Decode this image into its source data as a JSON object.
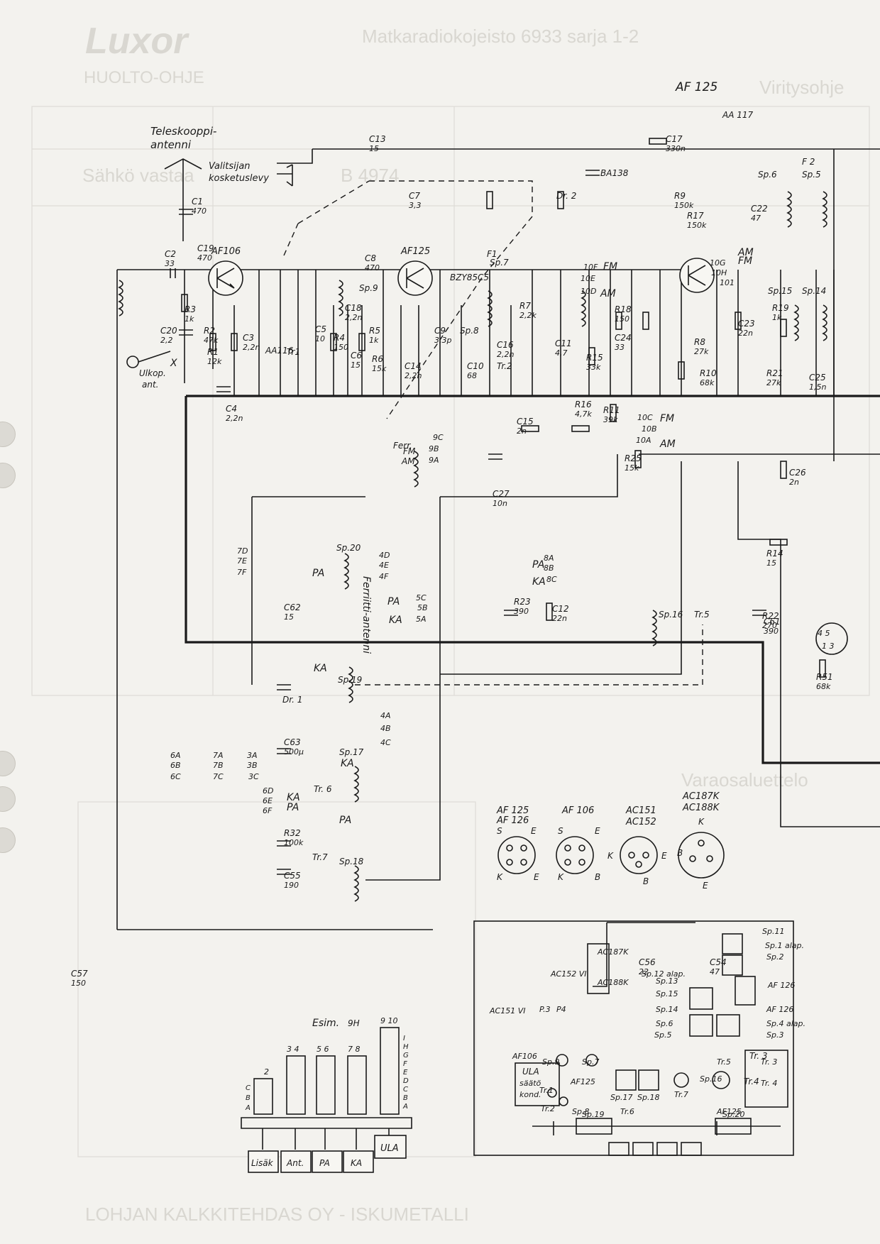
{
  "header": {
    "ghost_logo": "Luxor",
    "ghost_subtitle": "HUOLTO-OHJE",
    "ghost_title": "Matkaradiokojeisto 6933 sarja 1-2",
    "ghost_section": "Viritysohje",
    "ghost_table_title": "Sähkö vastaa",
    "ghost_number": "B 4974",
    "ghost_footer": "LOHJAN KALKKITEHDAS OY - ISKUMETALLI",
    "ghost_parts_title": "Varaosaluettelo"
  },
  "schematic": {
    "top_labels": {
      "transistor_af125_top": "AF 125",
      "diode_aa117": "AA 117"
    },
    "antenna": {
      "telescopic": "Teleskooppi-",
      "telescopic2": "antenni",
      "selector": "Valitsijan",
      "selector2": "kosketuslevy",
      "external": "Ulkop.",
      "external2": "ant.",
      "x_mark": "X"
    },
    "transistors": [
      "AF106",
      "AF125"
    ],
    "components": [
      {
        "ref": "C1",
        "value": "470"
      },
      {
        "ref": "C2",
        "value": "33"
      },
      {
        "ref": "C19",
        "value": "470"
      },
      {
        "ref": "C20",
        "value": "2,2"
      },
      {
        "ref": "R3",
        "value": "1k"
      },
      {
        "ref": "R2",
        "value": "47k"
      },
      {
        "ref": "R1",
        "value": "12k"
      },
      {
        "ref": "C3",
        "value": "2,2n"
      },
      {
        "ref": "C4",
        "value": "2,2n"
      },
      {
        "ref": "AA116",
        "value": ""
      },
      {
        "ref": "Tr1",
        "value": ""
      },
      {
        "ref": "C5",
        "value": "10"
      },
      {
        "ref": "R4",
        "value": "150"
      },
      {
        "ref": "C18",
        "value": "2,2n"
      },
      {
        "ref": "C6",
        "value": "15"
      },
      {
        "ref": "R5",
        "value": "1k"
      },
      {
        "ref": "R6",
        "value": "15k"
      },
      {
        "ref": "C8",
        "value": "470"
      },
      {
        "ref": "C7",
        "value": "3,3"
      },
      {
        "ref": "C9",
        "value": "3,3p"
      },
      {
        "ref": "C14",
        "value": "2,2n"
      },
      {
        "ref": "BZY85C5",
        "value": ""
      },
      {
        "ref": "C10",
        "value": "68"
      },
      {
        "ref": "R7",
        "value": "2,2k"
      },
      {
        "ref": "C16",
        "value": "2,2n"
      },
      {
        "ref": "C11",
        "value": "4,7"
      },
      {
        "ref": "C13",
        "value": "15"
      },
      {
        "ref": "BA138",
        "value": ""
      },
      {
        "ref": "Dr. 2",
        "value": ""
      },
      {
        "ref": "C17",
        "value": "330n"
      },
      {
        "ref": "R9",
        "value": "150k"
      },
      {
        "ref": "R17",
        "value": "150k"
      },
      {
        "ref": "C22",
        "value": "47"
      },
      {
        "ref": "R18",
        "value": "150"
      },
      {
        "ref": "C24",
        "value": "33"
      },
      {
        "ref": "R15",
        "value": "33k"
      },
      {
        "ref": "R16",
        "value": "4,7k"
      },
      {
        "ref": "R11",
        "value": "39k"
      },
      {
        "ref": "C15",
        "value": "2n"
      },
      {
        "ref": "R8",
        "value": "27k"
      },
      {
        "ref": "R10",
        "value": "68k"
      },
      {
        "ref": "C23",
        "value": "22n"
      },
      {
        "ref": "R19",
        "value": "1k"
      },
      {
        "ref": "R21",
        "value": "27k"
      },
      {
        "ref": "C25",
        "value": "1,5n"
      },
      {
        "ref": "R25",
        "value": "15k"
      },
      {
        "ref": "C26",
        "value": "2n"
      },
      {
        "ref": "C27",
        "value": "10n"
      },
      {
        "ref": "R14",
        "value": "15"
      },
      {
        "ref": "R23",
        "value": "390"
      },
      {
        "ref": "C12",
        "value": "22n"
      },
      {
        "ref": "R22",
        "value": "270"
      },
      {
        "ref": "C61",
        "value": "390"
      },
      {
        "ref": "R51",
        "value": "68k"
      },
      {
        "ref": "C62",
        "value": "15"
      },
      {
        "ref": "C63",
        "value": "500μ"
      },
      {
        "ref": "R32",
        "value": "100k"
      },
      {
        "ref": "C55",
        "value": "190"
      },
      {
        "ref": "C56",
        "value": "22"
      },
      {
        "ref": "C54",
        "value": "47"
      },
      {
        "ref": "C57",
        "value": "150"
      }
    ],
    "coils": [
      "F1",
      "Sp.7",
      "Sp.9",
      "Sp.8",
      "Tr.2",
      "F 2",
      "Sp.6",
      "Sp.5",
      "Sp.15",
      "Sp.14",
      "Sp.20",
      "Sp.19",
      "Sp.17",
      "Sp.18",
      "Sp.16",
      "Tr.5",
      "Tr.4",
      "Tr. 3",
      "Tr. 6",
      "Tr.7",
      "Dr. 1",
      "Ferr."
    ],
    "switch_labels": {
      "fm": "FM",
      "am": "AM",
      "pa": "PA",
      "ka": "KA",
      "ferrite_antenna": "Ferriitti-antenni",
      "points": [
        "10F",
        "10E",
        "10D",
        "10C",
        "10B",
        "10A",
        "10G",
        "10H",
        "101",
        "7D",
        "7E",
        "7F",
        "4D",
        "4E",
        "4F",
        "5C",
        "5B",
        "5A",
        "4A",
        "4B",
        "4C",
        "6A",
        "6B",
        "6C",
        "7A",
        "7B",
        "7C",
        "3A",
        "3B",
        "3C",
        "6D",
        "6E",
        "6F",
        "9C",
        "9B",
        "9A",
        "8A",
        "8B",
        "8C"
      ]
    }
  },
  "pinouts": {
    "title_ac187": "AC187K",
    "title_ac188": "AC188K",
    "title_ac151": "AC151",
    "title_ac152": "AC152",
    "title_af125": "AF 125",
    "title_af126": "AF 126",
    "title_af106": "AF 106",
    "pins": {
      "s": "S",
      "e": "E",
      "k": "K",
      "b": "B"
    }
  },
  "switch_bank": {
    "title": "Esim.",
    "columns": [
      "2",
      "3 4",
      "5 6",
      "7 8",
      "9 10"
    ],
    "marker": "9H",
    "rows_left": [
      "C",
      "B",
      "A"
    ],
    "rows_right": [
      "I",
      "H",
      "G",
      "F",
      "E",
      "D",
      "C",
      "B",
      "A"
    ],
    "buttons": [
      "Lisäk",
      "Ant.",
      "PA",
      "KA",
      "ULA"
    ]
  },
  "layout_board": {
    "labels": [
      "AC187K",
      "AC188K",
      "AC152 VI",
      "AC151 VI",
      "P.3",
      "P4",
      "Sp.12 alap.",
      "Sp.13",
      "Sp.15",
      "Sp.14",
      "Sp.6",
      "Sp.5",
      "Sp.11",
      "Sp.1 alap.",
      "Sp.2",
      "AF 126",
      "AF 126",
      "Sp.4 alap.",
      "Sp.3",
      "AF106",
      "Sp.9",
      "Sp.7",
      "Tr.1",
      "AF125",
      "Tr.2",
      "Sp.8",
      "Sp.17",
      "Sp.18",
      "Tr.6",
      "Tr.7",
      "Sp.16",
      "Tr.5",
      "Tr. 3",
      "Tr. 4",
      "AF125",
      "Sp.19",
      "Sp.20"
    ],
    "ula_box": [
      "ULA",
      "säätö",
      "kond."
    ]
  }
}
